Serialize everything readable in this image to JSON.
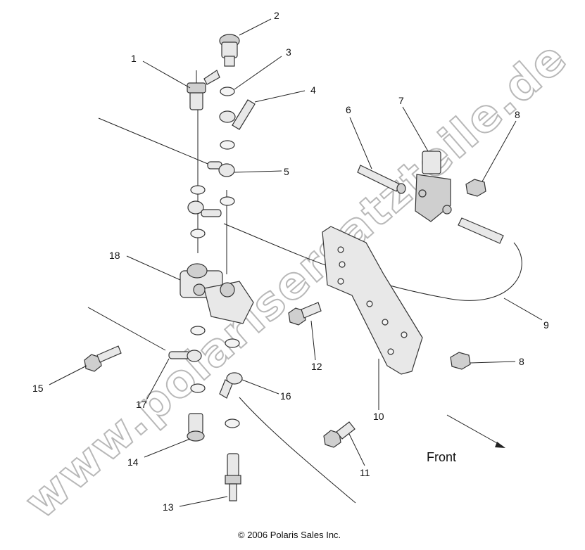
{
  "watermark": "www.polarisersatzteile.de",
  "front_label": "Front",
  "copyright": "© 2006 Polaris Sales Inc.",
  "callouts": [
    "1",
    "2",
    "3",
    "4",
    "5",
    "6",
    "7",
    "8",
    "8",
    "9",
    "10",
    "11",
    "12",
    "13",
    "14",
    "15",
    "16",
    "17",
    "18"
  ]
}
